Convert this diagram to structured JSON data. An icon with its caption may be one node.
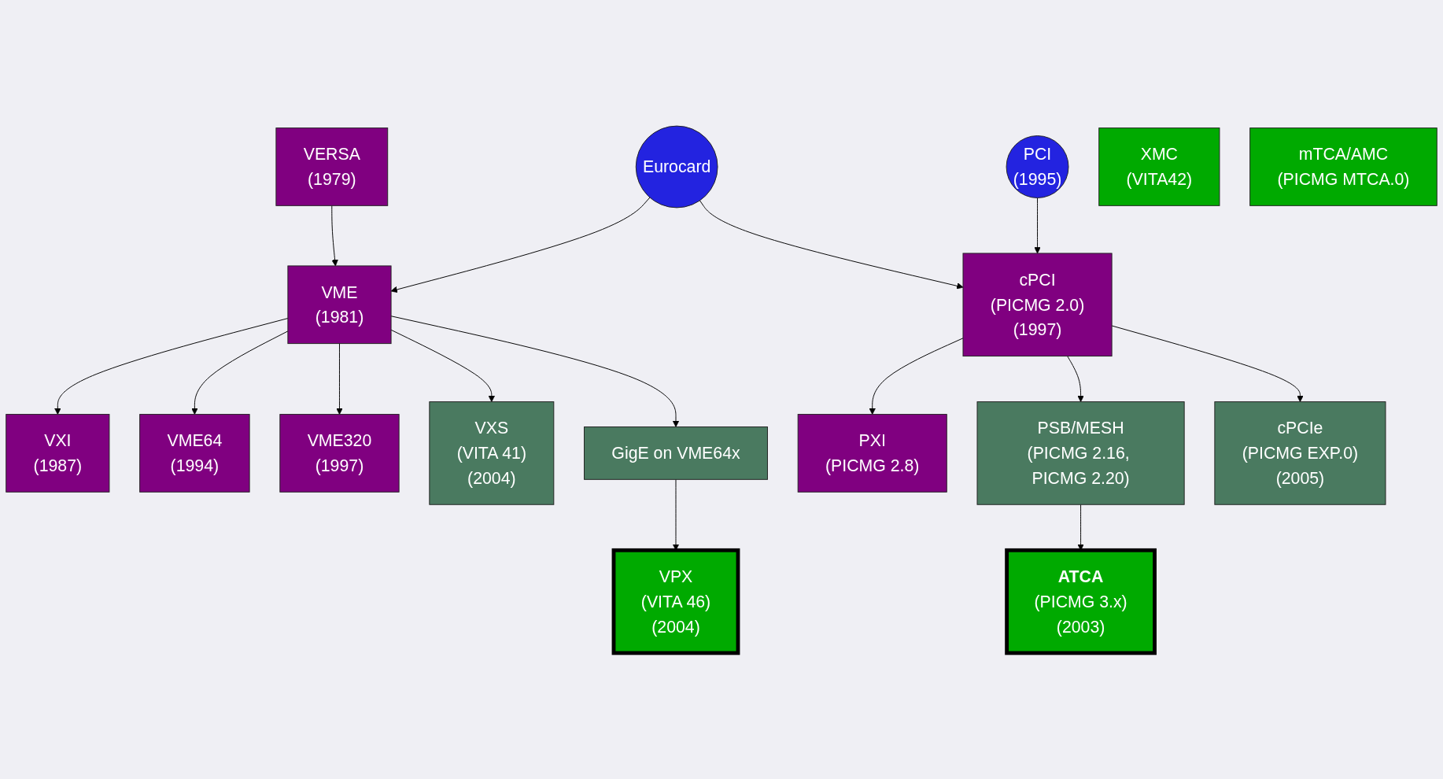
{
  "diagram": {
    "nodes": [
      {
        "text": [
          "VERSA",
          "(1979)"
        ]
      },
      {
        "text": [
          "Eurocard"
        ]
      },
      {
        "text": [
          "PCI",
          "(1995)"
        ]
      },
      {
        "text": [
          "VXI",
          "(1987)"
        ]
      },
      {
        "text": [
          "VME",
          "(1981)"
        ]
      },
      {
        "text": [
          "VME64",
          "(1994)"
        ]
      },
      {
        "text": [
          "cPCI",
          "(PICMG 2.0)",
          "(1997)"
        ]
      },
      {
        "text": [
          "PXI",
          "(PICMG 2.8)"
        ]
      },
      {
        "text": [
          "VME320",
          "(1997)"
        ]
      },
      {
        "text": [
          "VXS",
          "(VITA 41)",
          "(2004)"
        ]
      },
      {
        "text": [
          "GigE on VME64x"
        ]
      },
      {
        "text": [
          "PSB/MESH",
          "(PICMG 2.16, PICMG 2.20)"
        ]
      },
      {
        "text": [
          "cPCIe",
          "(PICMG EXP.0)",
          "(2005)"
        ]
      },
      {
        "text": [
          "XMC",
          "(VITA42)"
        ]
      },
      {
        "text": [
          "VPX",
          "(VITA 46)",
          "(2004)"
        ]
      },
      {
        "text": [
          "ATCA",
          "(PICMG 3.x)",
          "(2003)"
        ]
      },
      {
        "text": [
          "mTCA/AMC",
          "(PICMG MTCA.0)"
        ]
      }
    ],
    "edges": [
      {
        "from": 0,
        "to": 4,
        "arrow": "to"
      },
      {
        "from": 1,
        "to": 4,
        "arrow": "to"
      },
      {
        "from": 1,
        "to": 6,
        "arrow": "to"
      },
      {
        "from": 2,
        "to": 6,
        "arrow": "to"
      },
      {
        "from": 4,
        "to": 3,
        "arrow": "to"
      },
      {
        "from": 4,
        "to": 5,
        "arrow": "to"
      },
      {
        "from": 4,
        "to": 8,
        "arrow": "to"
      },
      {
        "from": 4,
        "to": 9,
        "arrow": "to"
      },
      {
        "from": 4,
        "to": 10,
        "arrow": "to"
      },
      {
        "from": 6,
        "to": 7,
        "arrow": "to"
      },
      {
        "from": 6,
        "to": 11,
        "arrow": "to"
      },
      {
        "from": 6,
        "to": 12,
        "arrow": "to"
      },
      {
        "from": 10,
        "to": 14,
        "arrow": "to"
      },
      {
        "from": 11,
        "to": 15,
        "arrow": "to"
      }
    ]
  }
}
